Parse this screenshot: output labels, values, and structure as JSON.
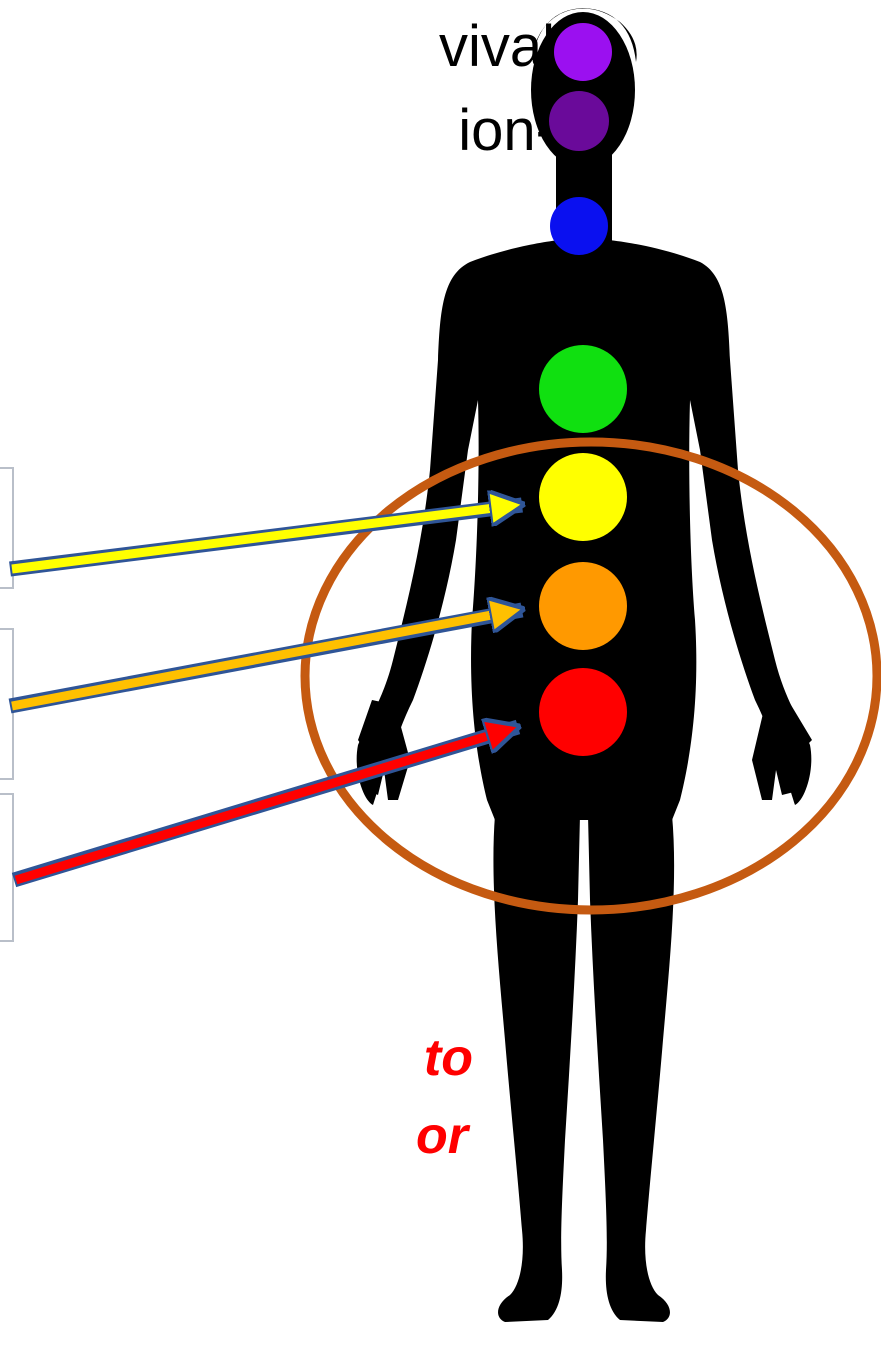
{
  "text": {
    "line1": "vival",
    "line2": "ion-",
    "emphasis_line1": "to",
    "emphasis_line2": "or"
  },
  "colors": {
    "silhouette": "#000000",
    "crown": "#9b10f0",
    "third_eye": "#6a0a9a",
    "throat": "#0a10f0",
    "heart": "#10e010",
    "solar_plexus": "#ffff00",
    "sacral": "#ff9900",
    "root": "#ff0000",
    "highlight_ring": "#c55a11",
    "arrow_outline": "#2f5597",
    "emphasis_text": "#ff0000"
  }
}
